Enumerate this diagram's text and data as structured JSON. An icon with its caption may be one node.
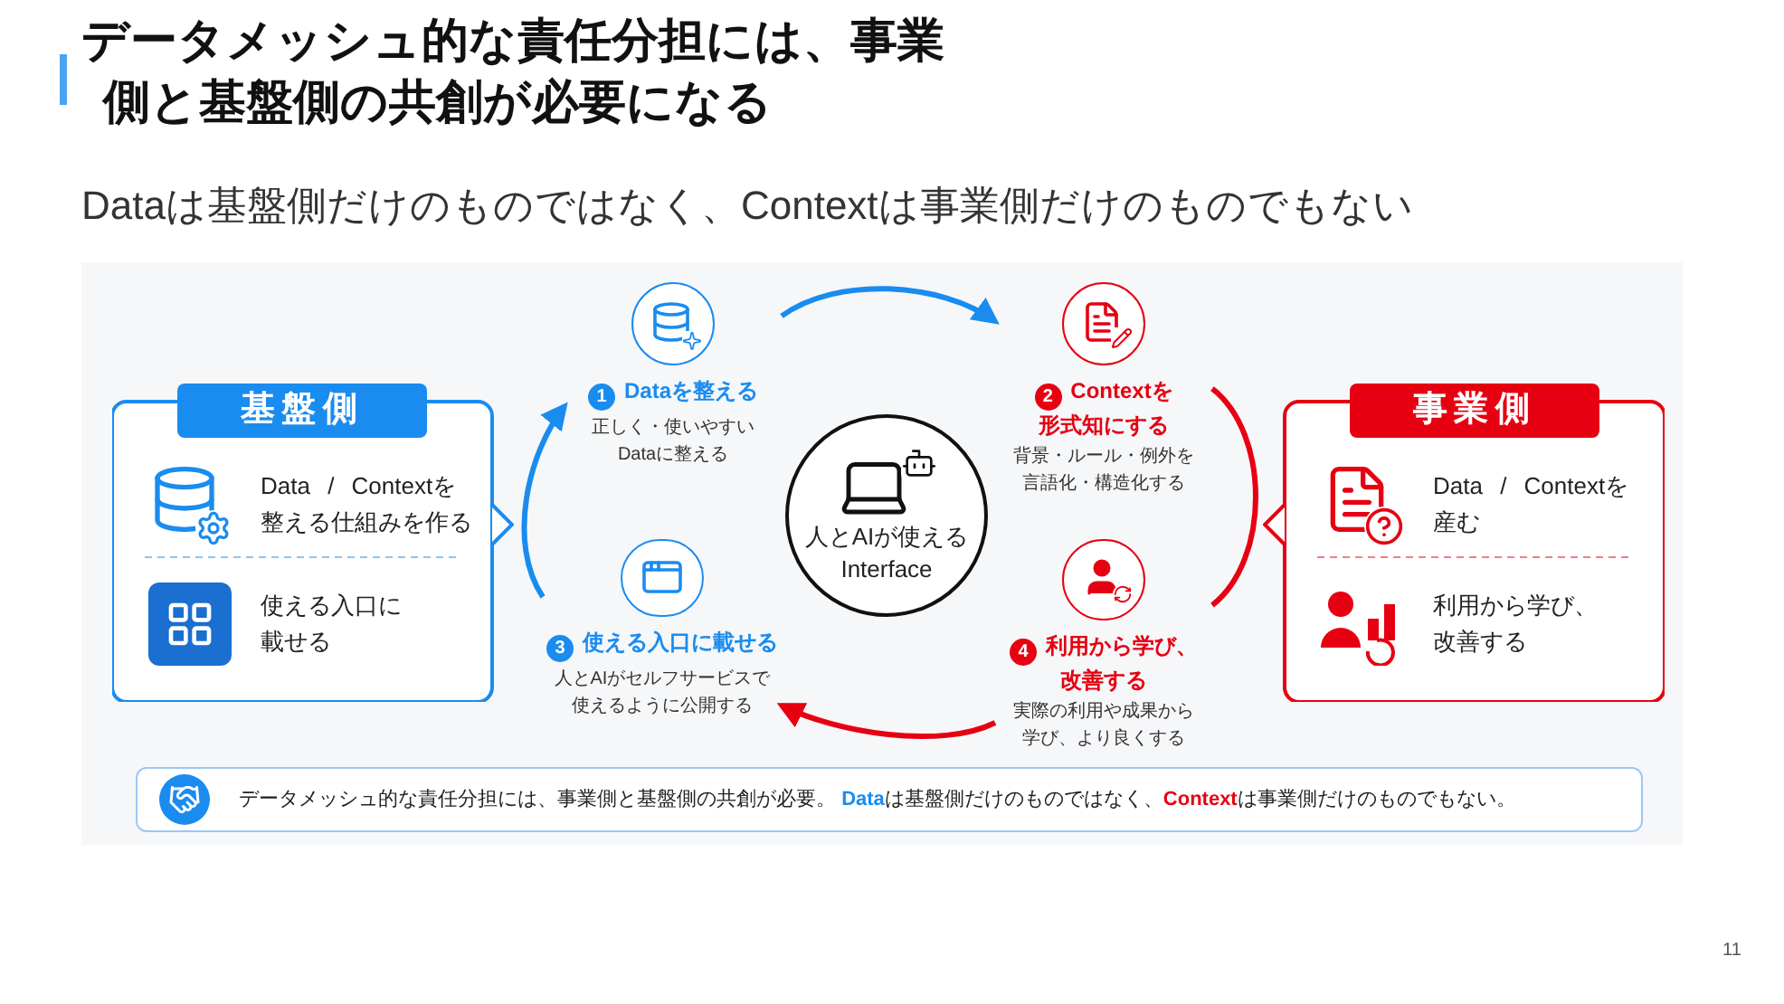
{
  "diagram": {
    "title": "データメッシュ的な責任分担には、事業側と基盤側の共創が必要になる",
    "nodes": [
      {
        "text": [
          "基盤側",
          "Data / Contextを整える仕組みを作る",
          "使える入口に載せる"
        ]
      },
      {
        "text": [
          "事業側",
          "Data / Contextを産む",
          "利用から学び、改善する"
        ]
      },
      {
        "text": [
          "1",
          "Dataを整える",
          "正しく・使いやすいDataに整える"
        ]
      },
      {
        "text": [
          "2",
          "Contextを形式知にする",
          "背景・ルール・例外を言語化・構造化する"
        ]
      },
      {
        "text": [
          "人とAIが使えるInterface"
        ]
      },
      {
        "text": [
          "3",
          "使える入口に載せる",
          "人とAIがセルフサービスで使えるように公開する"
        ]
      },
      {
        "text": [
          "4",
          "利用から学び、改善する",
          "実際の利用や成果から学び、より良くする"
        ]
      },
      {
        "text": [
          "データメッシュ的な責任分担には、事業側と基盤側の共創が必要。 **Data**は基盤側だけのものではなく、**Context**は事業側だけのものでもない。"
        ]
      }
    ],
    "edges": [
      {
        "from": 2,
        "to": 3,
        "arrow": "to",
        "color": "#1a8cf0"
      },
      {
        "from": 3,
        "to": 6,
        "arrow": "none",
        "color": "#e60012"
      },
      {
        "from": 6,
        "to": 5,
        "arrow": "to",
        "color": "#e60012"
      },
      {
        "from": 5,
        "to": 2,
        "arrow": "to",
        "color": "#1a8cf0"
      }
    ],
    "labels": [
      "Dataは基盤側だけのものではなく、Contextは事業側だけのものでもない",
      "11"
    ]
  }
}
